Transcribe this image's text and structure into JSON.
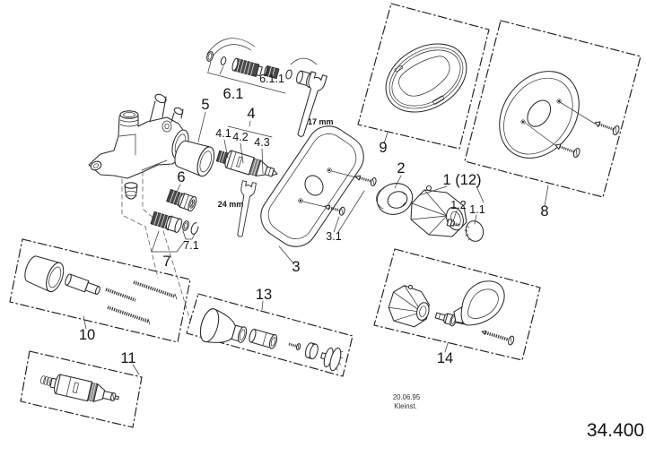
{
  "figure": {
    "type": "exploded-parts-diagram",
    "colors": {
      "background": "#ffffff",
      "line": "#2b2b2b",
      "dark_part_fill": "#4a4a4a"
    }
  },
  "labels": {
    "p1": "1 (12)",
    "p1_1": "1.1",
    "p1_2": "1.2",
    "p2": "2",
    "p3": "3",
    "p3_1": "3.1",
    "p4": "4",
    "p4_1": "4.1",
    "p4_2": "4.2",
    "p4_3": "4.3",
    "p5": "5",
    "p6": "6",
    "p6_1": "6.1",
    "p6_1_1": "6.1.1",
    "p7": "7",
    "p7_1": "7.1",
    "p8": "8",
    "p9": "9",
    "p10": "10",
    "p11": "11",
    "p13": "13",
    "p14": "14"
  },
  "tools": {
    "wrench_17_label": "17 mm",
    "wrench_24_label": "24 mm"
  },
  "footer": {
    "date": "20.06.95",
    "name": "Kleinst.",
    "drawing_number": "34.400"
  }
}
